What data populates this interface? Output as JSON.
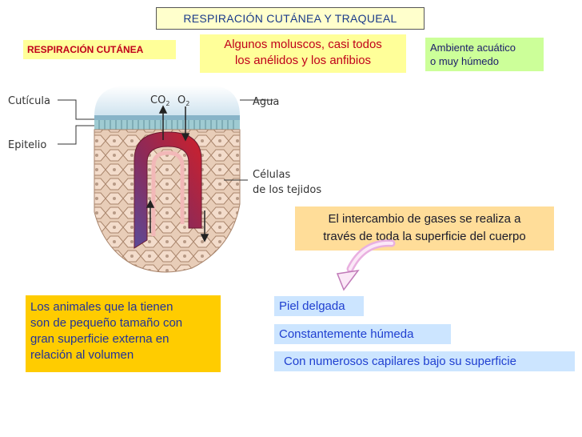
{
  "title": "RESPIRACIÓN CUTÁNEA Y TRAQUEAL",
  "label_cutanea": "RESPIRACIÓN CUTÁNEA",
  "who": [
    "Algunos moluscos, casi todos",
    "los anélidos y los anfibios"
  ],
  "environment": [
    "Ambiente acuático",
    "o muy húmedo"
  ],
  "exchange": [
    "El intercambio de gases se realiza a",
    "través de toda la superficie del cuerpo"
  ],
  "small_animals": [
    "Los animales que la tienen",
    "son de pequeño tamaño con",
    "gran superficie externa en",
    "relación al volumen"
  ],
  "features": [
    "Piel delgada",
    "Constantemente húmeda",
    "Con numerosos capilares bajo su superficie"
  ],
  "diagram": {
    "cuticula": "Cutícula",
    "epitelio": "Epitelio",
    "co2": "CO",
    "co2_sub": "2",
    "o2": "O",
    "o2_sub": "2",
    "agua": "Agua",
    "celulas_line1": "Células",
    "celulas_line2": "de los tejidos"
  },
  "colors": {
    "title_bg": "#ffffcc",
    "yellow_box": "#ffff99",
    "green_box": "#ccff99",
    "orange_box": "#ffdd99",
    "gold_box": "#ffcc00",
    "blue_box": "#cce5ff",
    "red_text": "#c0001a",
    "blue_text": "#1f3fd0"
  }
}
